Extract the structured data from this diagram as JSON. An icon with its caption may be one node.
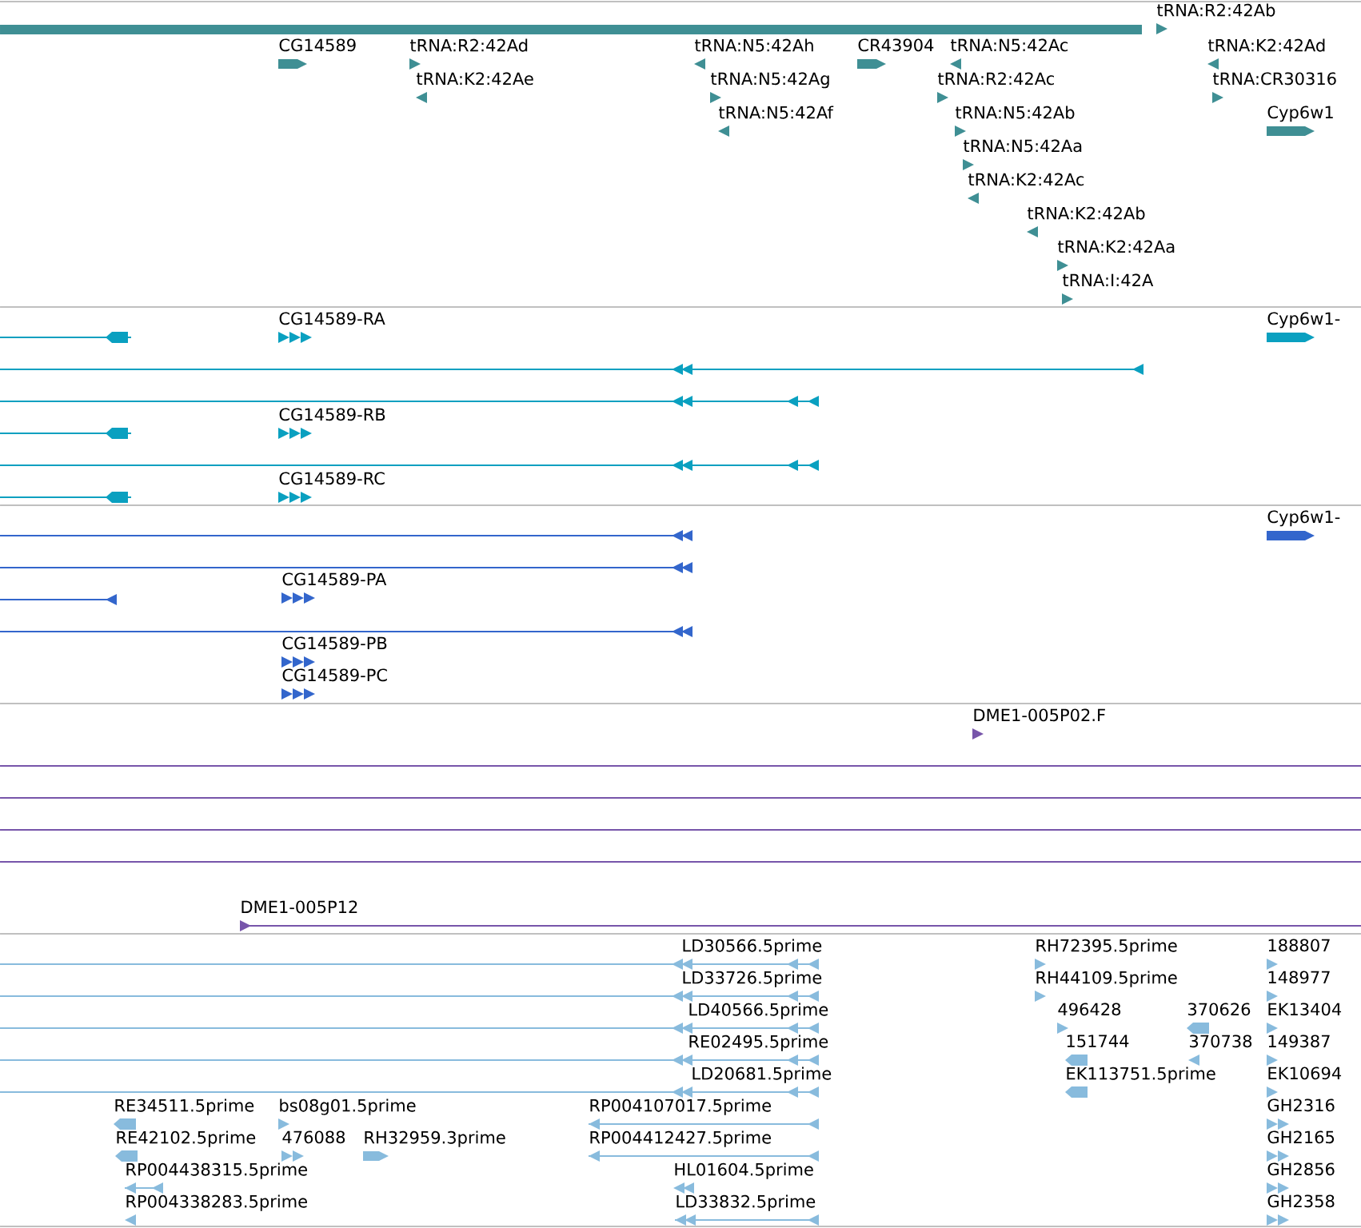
{
  "diagram": {
    "labels": [
      "tRNA:R2:42Ab",
      "CG14589",
      "tRNA:R2:42Ad",
      "tRNA:N5:42Ah",
      "CR43904",
      "tRNA:N5:42Ac",
      "tRNA:K2:42Ad",
      "tRNA:K2:42Ae",
      "tRNA:N5:42Ag",
      "tRNA:R2:42Ac",
      "tRNA:CR30316",
      "tRNA:N5:42Af",
      "tRNA:N5:42Ab",
      "Cyp6w1",
      "tRNA:N5:42Aa",
      "tRNA:K2:42Ac",
      "tRNA:K2:42Ab",
      "tRNA:K2:42Aa",
      "tRNA:I:42A",
      "CG14589-RA",
      "Cyp6w1-",
      "CG14589-RB",
      "CG14589-RC",
      "Cyp6w1-",
      "CG14589-PA",
      "CG14589-PB",
      "CG14589-PC",
      "DME1-005P02.F",
      "DME1-005P12",
      "LD30566.5prime",
      "RH72395.5prime",
      "188807",
      "LD33726.5prime",
      "RH44109.5prime",
      "148977",
      "LD40566.5prime",
      "496428",
      "370626",
      "EK13404",
      "RE02495.5prime",
      "151744",
      "370738",
      "149387",
      "LD20681.5prime",
      "EK113751.5prime",
      "EK10694",
      "RE34511.5prime",
      "bs08g01.5prime",
      "RP004107017.5prime",
      "GH2316",
      "RE42102.5prime",
      "476088",
      "RH32959.3prime",
      "RP004412427.5prime",
      "GH2165",
      "RP004438315.5prime",
      "HL01604.5prime",
      "GH2856",
      "RP004338283.5prime",
      "LD33832.5prime",
      "GH2358"
    ]
  }
}
